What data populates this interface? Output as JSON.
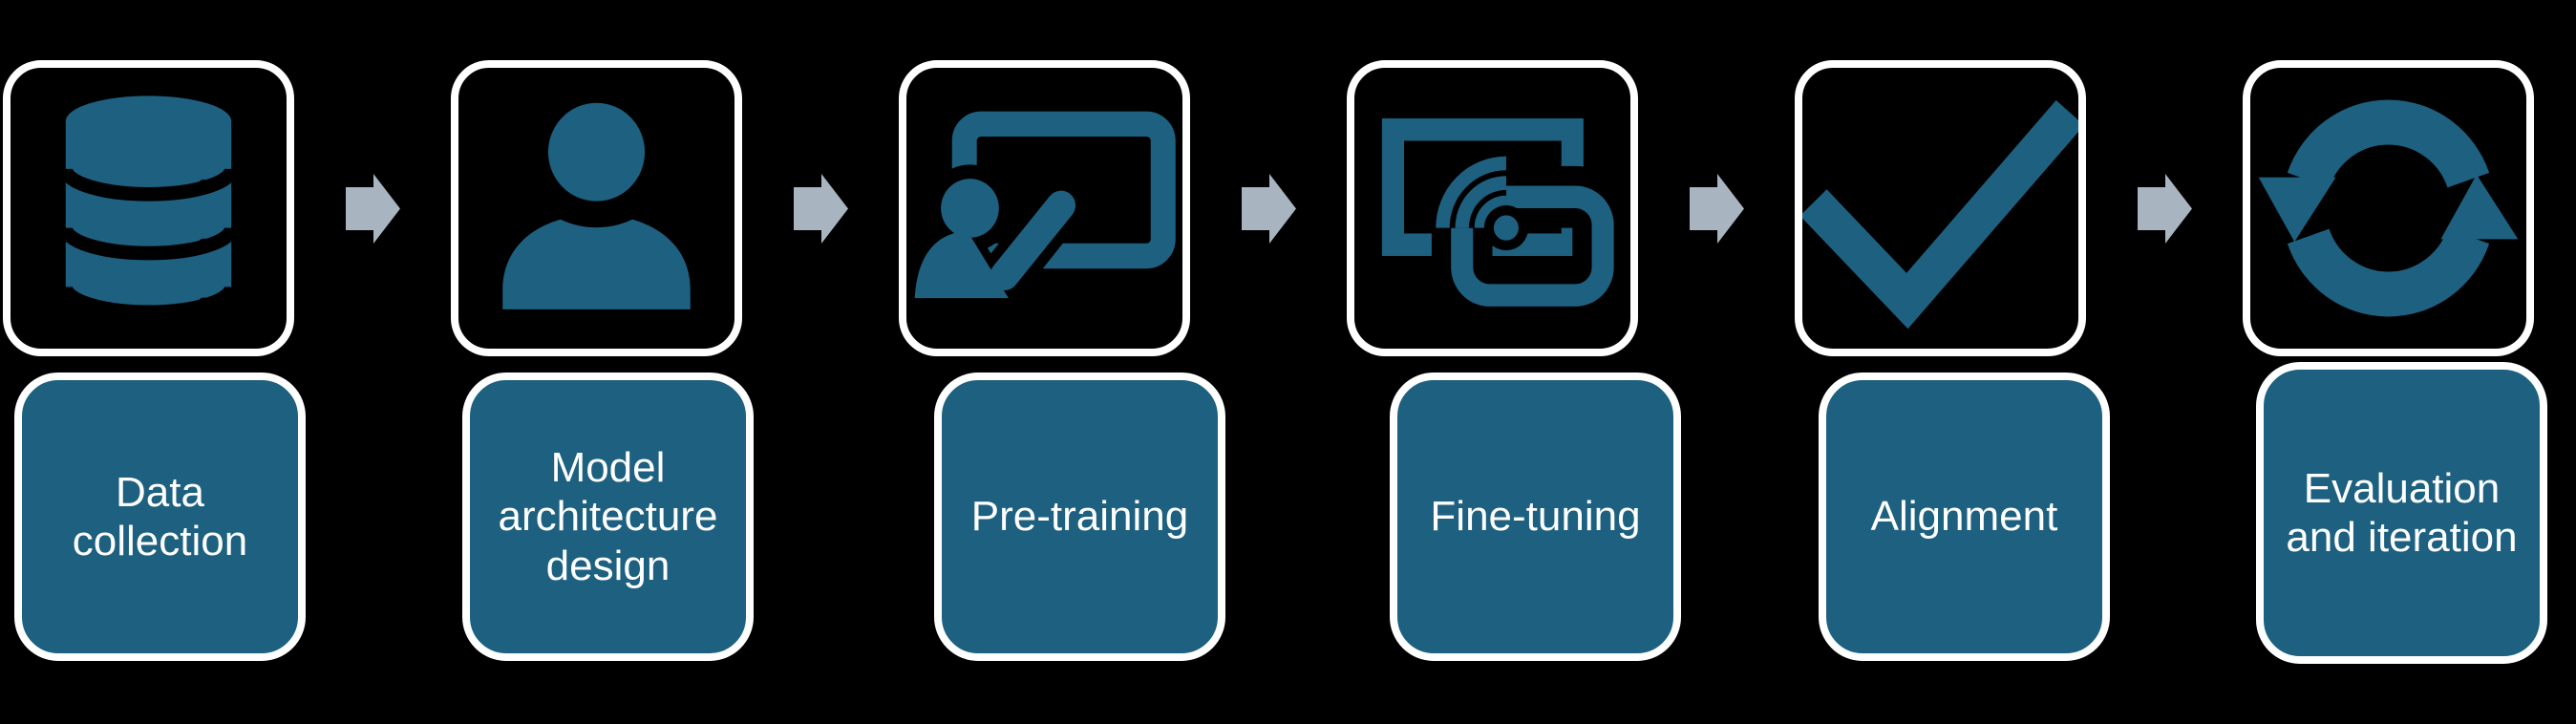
{
  "colors": {
    "background": "#000000",
    "accent": "#1D6080",
    "arrow": "#A9B4C1",
    "border": "#FFFFFF",
    "text": "#FFFFFF"
  },
  "flow": {
    "stages": [
      {
        "label": "Data\ncollection",
        "icon": "database-icon"
      },
      {
        "label": "Model\narchitecture\ndesign",
        "icon": "person-icon"
      },
      {
        "label": "Pre-training",
        "icon": "training-presentation-icon"
      },
      {
        "label": "Fine-tuning",
        "icon": "screen-cast-icon"
      },
      {
        "label": "Alignment",
        "icon": "checkmark-icon"
      },
      {
        "label": "Evaluation\nand iteration",
        "icon": "sync-arrows-icon"
      }
    ],
    "connector": {
      "icon": "right-arrow-icon"
    }
  }
}
